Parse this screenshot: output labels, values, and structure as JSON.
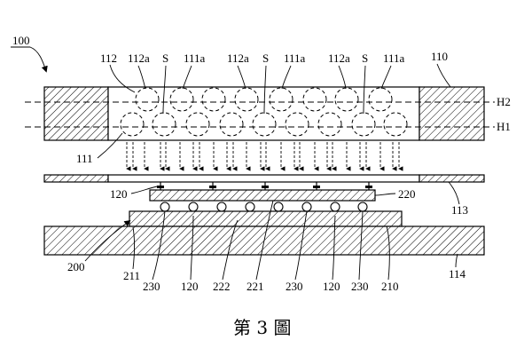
{
  "figure": {
    "caption": "第 3 圖",
    "assembly_ref": "100",
    "labels": {
      "l112": "112",
      "l112a_1": "112a",
      "lS_1": "S",
      "l111a_1": "111a",
      "l112a_2": "112a",
      "lS_2": "S",
      "l111a_2": "111a",
      "l112a_3": "112a",
      "lS_3": "S",
      "l111a_3": "111a",
      "l110": "110",
      "lH2": "H2",
      "lH1": "H1",
      "l111": "111",
      "l120_top": "120",
      "l220": "220",
      "l113": "113",
      "l200": "200",
      "l211": "211",
      "l230_1": "230",
      "l120_b1": "120",
      "l222": "222",
      "l221": "221",
      "l230_2": "230",
      "l120_b2": "120",
      "l230_3": "230",
      "l210": "210",
      "l114": "114"
    }
  }
}
